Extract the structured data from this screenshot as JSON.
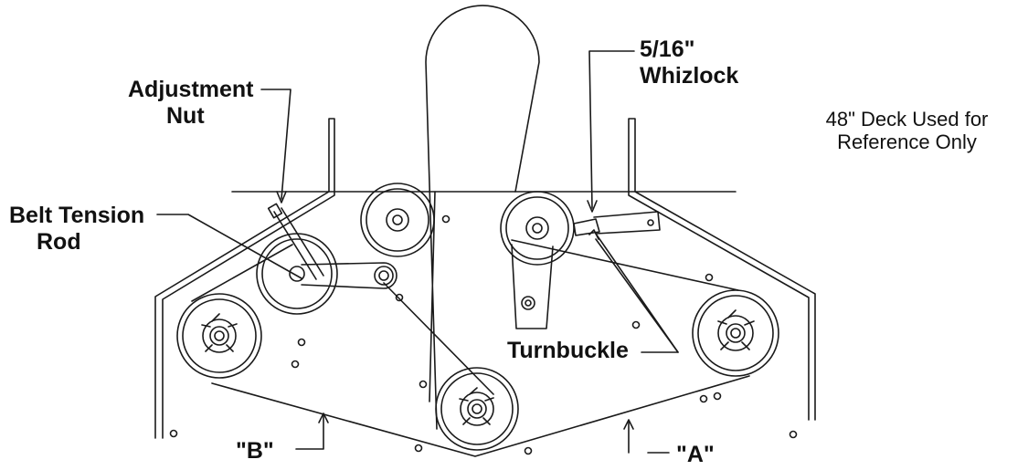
{
  "labels": {
    "adjustment_nut_line1": "Adjustment",
    "adjustment_nut_line2": "Nut",
    "whizlock_line1": "5/16\"",
    "whizlock_line2": "Whizlock",
    "reference_line1": "48\" Deck Used for",
    "reference_line2": "Reference Only",
    "belt_tension_rod_line1": "Belt Tension",
    "belt_tension_rod_line2": "Rod",
    "turnbuckle": "Turnbuckle",
    "belt_b": "\"B\"",
    "belt_a": "\"A\""
  },
  "colors": {
    "line": "#1a1a1a",
    "background": "#ffffff"
  }
}
